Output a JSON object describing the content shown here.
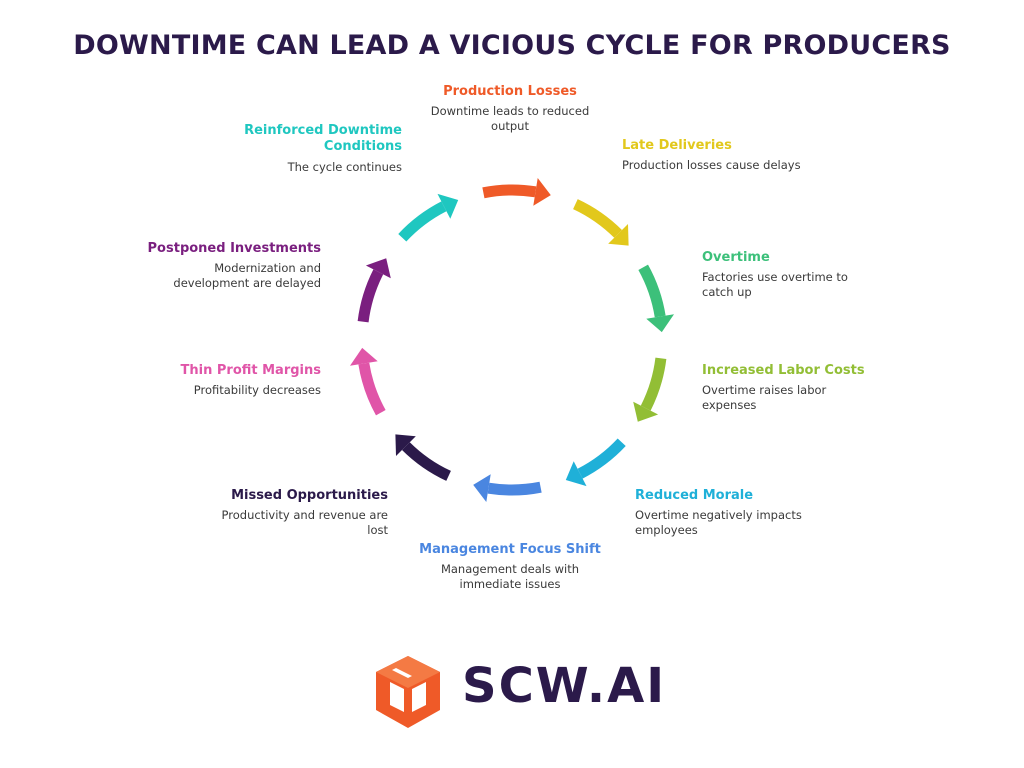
{
  "title": "DOWNTIME CAN LEAD A VICIOUS CYCLE FOR PRODUCERS",
  "steps": [
    {
      "heading": "Production Losses",
      "description": "Downtime leads to reduced output",
      "color": "#ef5a28"
    },
    {
      "heading": "Late Deliveries",
      "description": "Production losses cause delays",
      "color": "#e2c81c"
    },
    {
      "heading": "Overtime",
      "description": "Factories use overtime to catch up",
      "color": "#3cc07a"
    },
    {
      "heading": "Increased Labor Costs",
      "description": "Overtime raises labor expenses",
      "color": "#92be35"
    },
    {
      "heading": "Reduced Morale",
      "description": "Overtime negatively impacts employees",
      "color": "#1fb0d8"
    },
    {
      "heading": "Management Focus Shift",
      "description": "Management deals with immediate issues",
      "color": "#4a86e0"
    },
    {
      "heading": "Missed Opportunities",
      "description": "Productivity and revenue are lost",
      "color": "#2b1a4a"
    },
    {
      "heading": "Thin Profit Margins",
      "description": "Profitability decreases",
      "color": "#e055a8"
    },
    {
      "heading": "Postponed Investments",
      "description": "Modernization and development are delayed",
      "color": "#7a1f7f"
    },
    {
      "heading": "Reinforced Downtime Conditions",
      "description": "The cycle continues",
      "color": "#1fc7c0"
    }
  ],
  "logo": {
    "text": "SCW.AI",
    "icon": "cube-logo-icon",
    "color": "#ef5a28"
  }
}
